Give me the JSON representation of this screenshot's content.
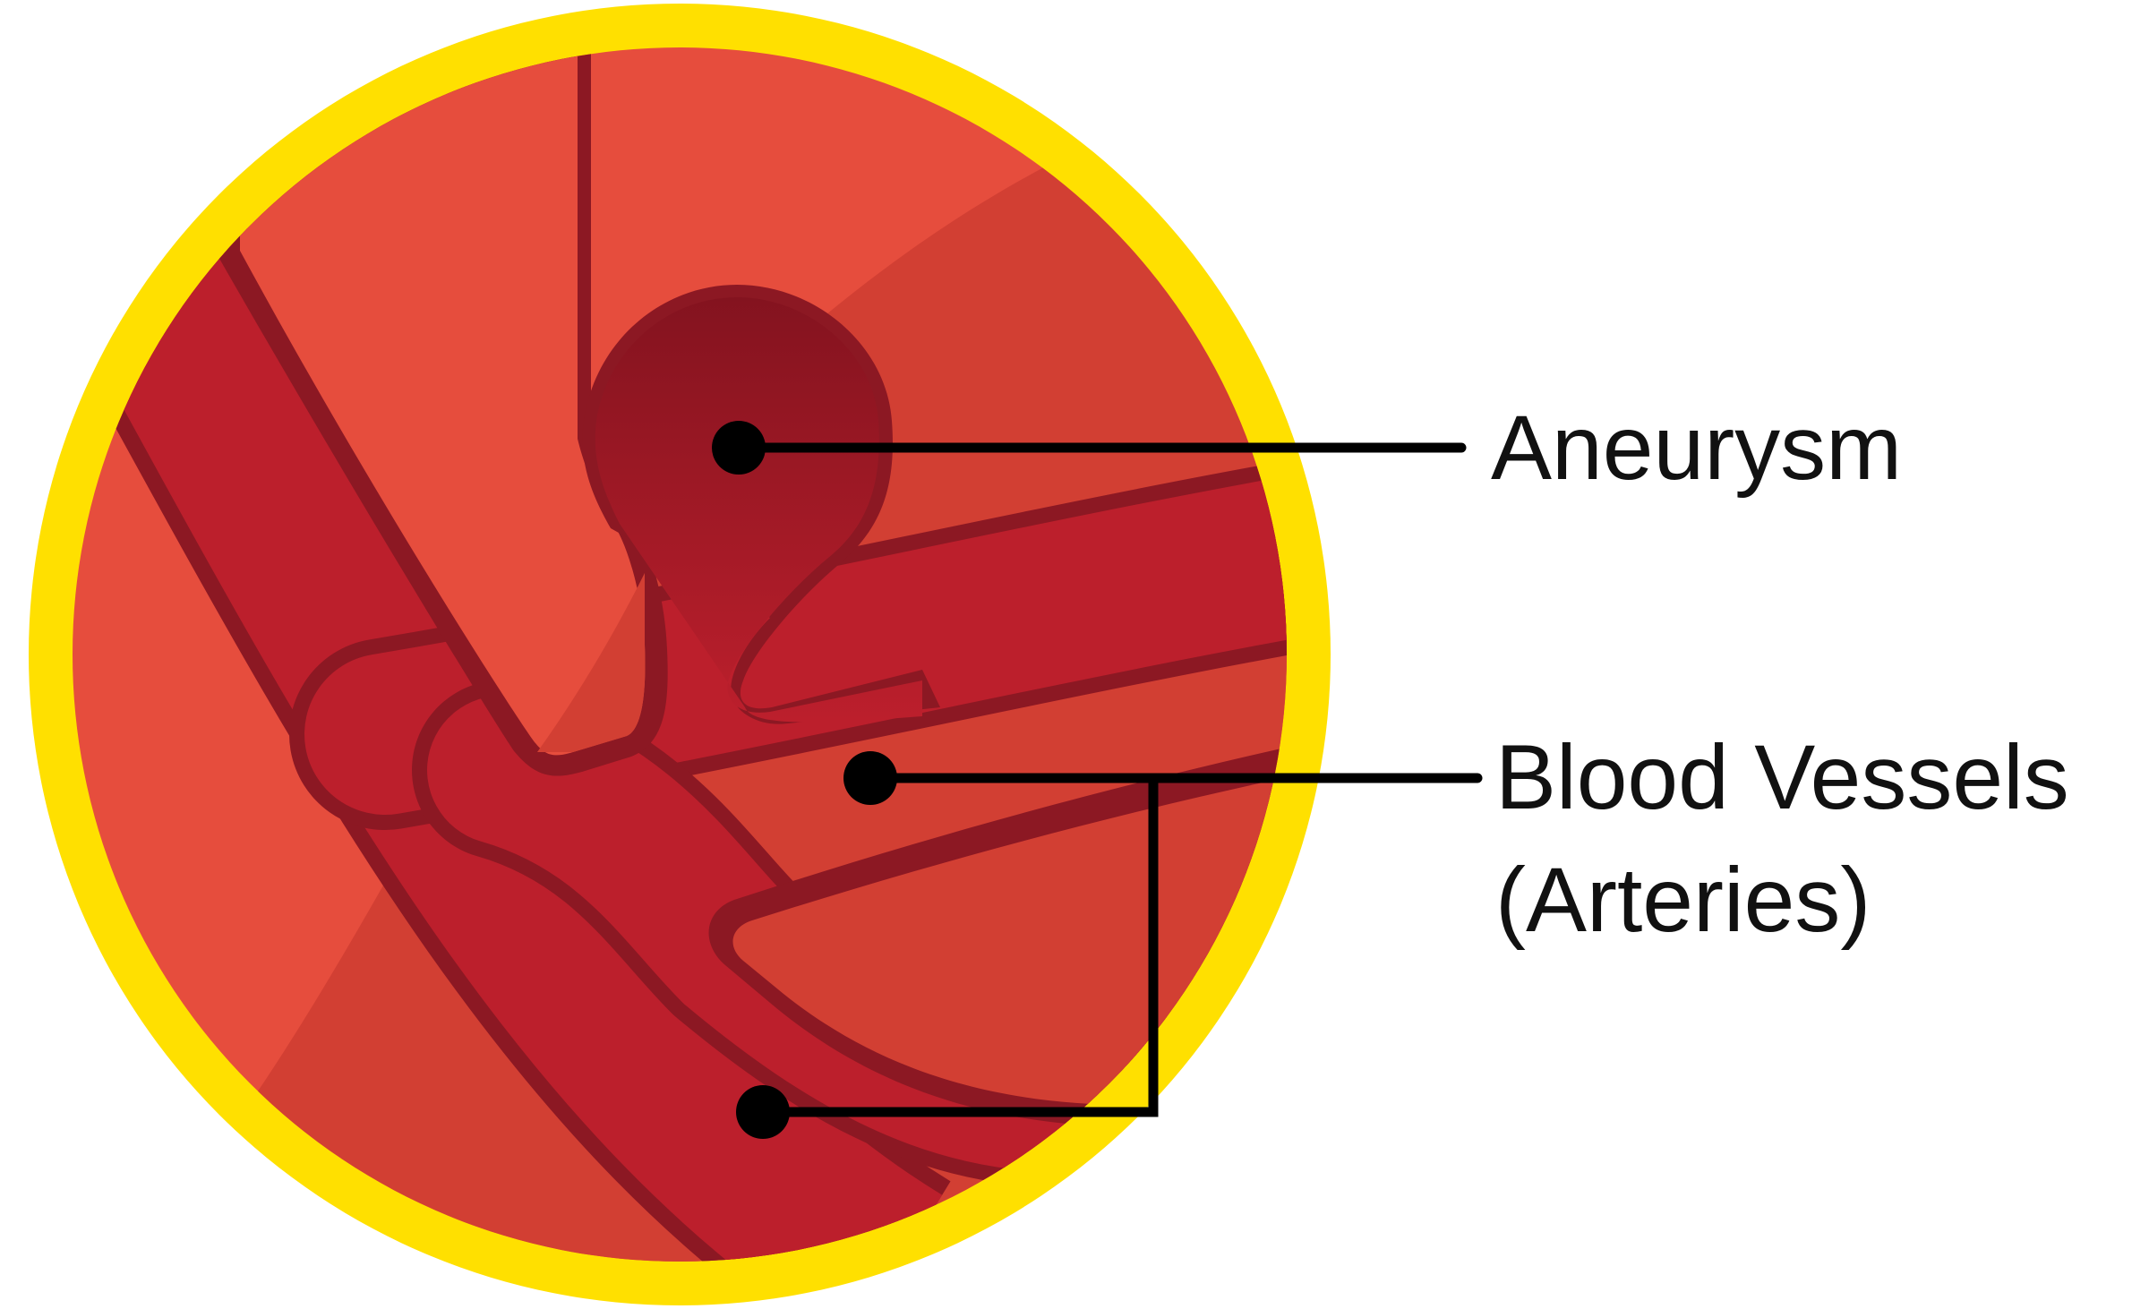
{
  "labels": {
    "aneurysm": "Aneurysm",
    "vessels_line1": "Blood Vessels",
    "vessels_line2": "(Arteries)"
  },
  "colors": {
    "ring": "#FFE000",
    "background_light": "#E64D3D",
    "background_dark": "#D23F33",
    "vessel": "#BC1F2C",
    "vessel_wall": "#8C1823",
    "aneurysm_top": "#84131F",
    "leader": "#000000"
  },
  "icons": {
    "aneurysm_marker": "dot",
    "vessel_marker": "dot"
  }
}
